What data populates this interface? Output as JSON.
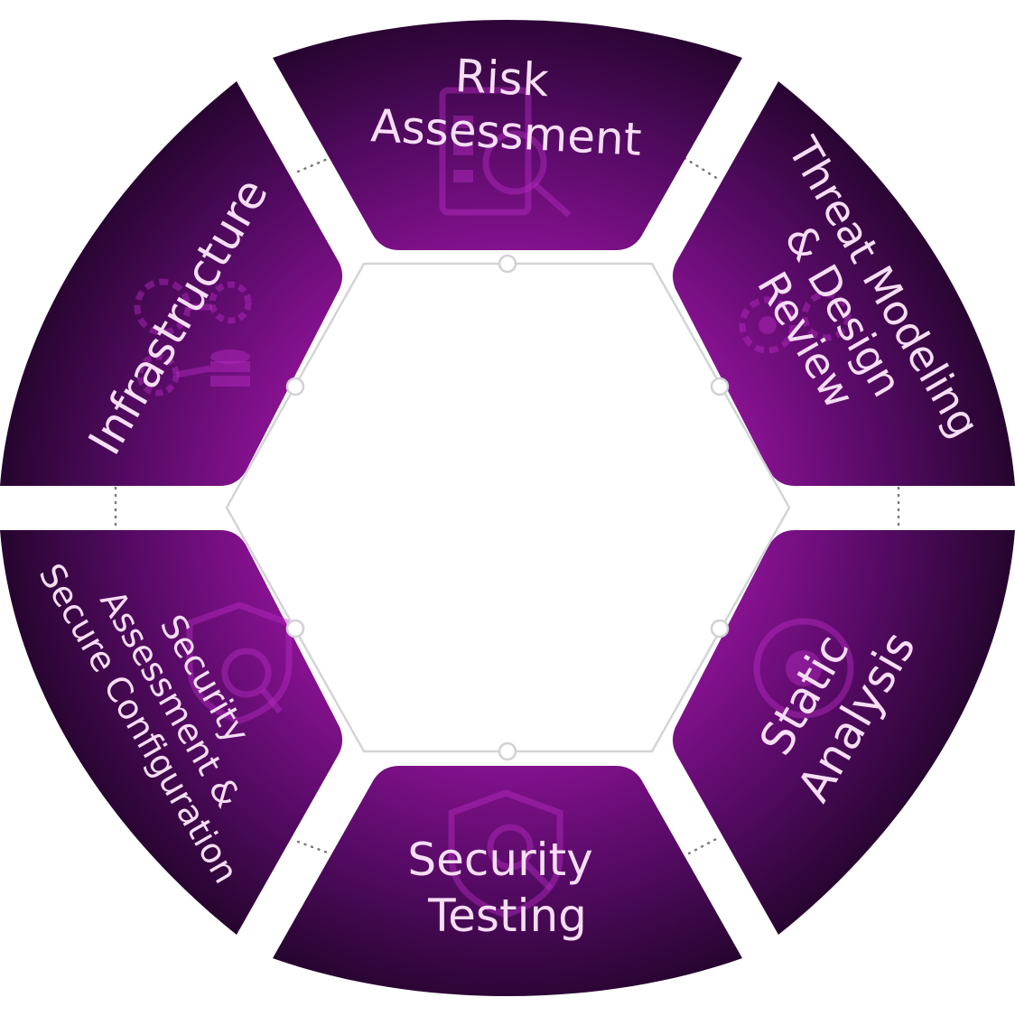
{
  "segments": [
    {
      "id": "risk-assessment",
      "lines": [
        "Risk",
        "Assessment"
      ],
      "icon": "document-search-icon"
    },
    {
      "id": "threat-modeling",
      "lines": [
        "Threat Modeling",
        "& Design",
        "Review"
      ],
      "icon": "gears-icon"
    },
    {
      "id": "static-analysis",
      "lines": [
        "Static",
        "Analysis"
      ],
      "icon": "chart-search-icon"
    },
    {
      "id": "security-testing",
      "lines": [
        "Security",
        "Testing"
      ],
      "icon": "shield-search-icon"
    },
    {
      "id": "security-assessment",
      "lines": [
        "Security",
        "Assessment &",
        "Secure Configuration"
      ],
      "icon": "shield-magnifier-icon"
    },
    {
      "id": "infrastructure",
      "lines": [
        "Infrastructure"
      ],
      "icon": "server-gears-icon"
    }
  ],
  "colors": {
    "segment_dark": "#2b0636",
    "segment_light": "#8a1293",
    "label": "#f7ddf5",
    "hexagon_stroke": "#d2d4d8",
    "connector_dots": "#7a7a7a"
  }
}
